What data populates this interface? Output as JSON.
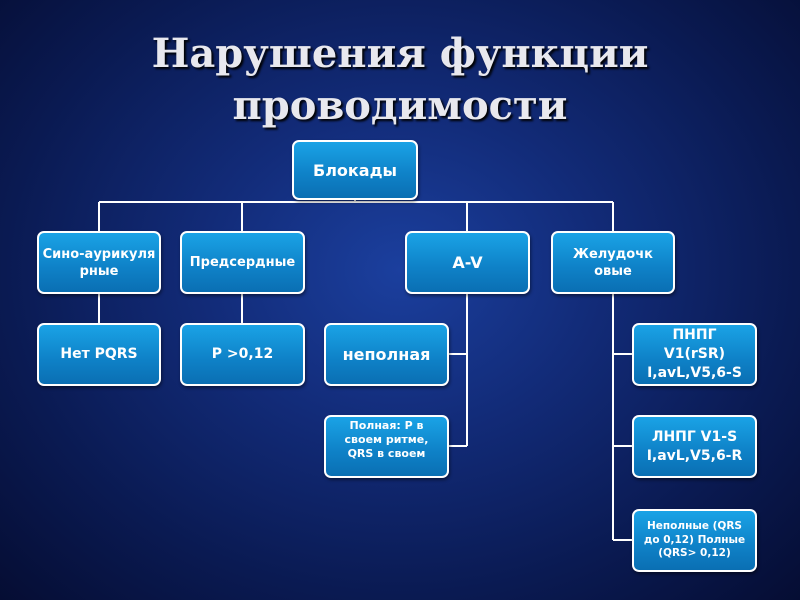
{
  "title": {
    "line1": "Нарушения функции",
    "line2": "проводимости"
  },
  "nodes": {
    "root": "Блокады",
    "sino": "Сино-аурикулярные",
    "atrial": "Предсердные",
    "av": "A-V",
    "ventricular": "Желудочковые",
    "no_pqrs": "Нет PQRS",
    "p_interval": "P >0,12",
    "incomplete": "неполная",
    "complete": "Полная: P в своем ритме, QRS  в своем",
    "rbbb": "ПНПГ V1(rSR) I,avL,V5,6-S",
    "lbbb": "ЛНПГ V1-S I,avL,V5,6-R",
    "partial_full": "Неполные (QRS до 0,12) Полные (QRS> 0,12)"
  }
}
